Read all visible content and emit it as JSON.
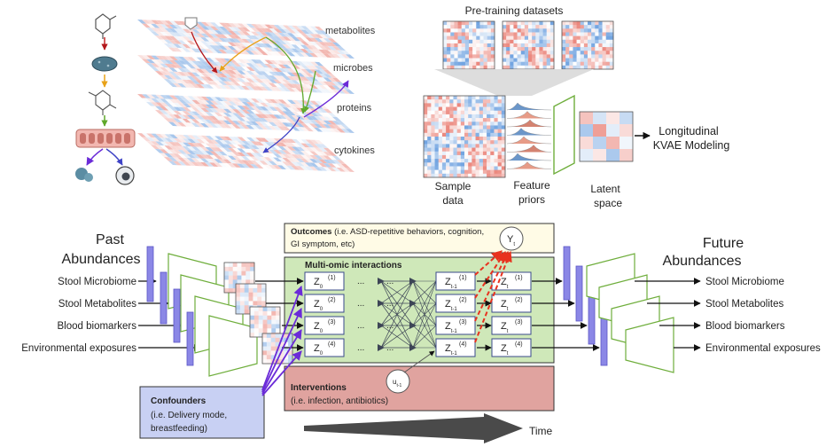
{
  "top_left": {
    "layers": [
      "metabolites",
      "microbes",
      "proteins",
      "cytokines"
    ]
  },
  "top_right": {
    "pretraining_title": "Pre-training datasets",
    "sample_label": [
      "Sample",
      "data"
    ],
    "feature_label": [
      "Feature",
      "priors"
    ],
    "latent_label": [
      "Latent",
      "space"
    ],
    "kvae_label": [
      "Longitudinal",
      "KVAE Modeling"
    ]
  },
  "bottom": {
    "past_title": [
      "Past",
      "Abundances"
    ],
    "future_title": [
      "Future",
      "Abundances"
    ],
    "inputs": [
      "Stool Microbiome",
      "Stool Metabolites",
      "Blood biomarkers",
      "Environmental exposures"
    ],
    "outputs": [
      "Stool Microbiome",
      "Stool Metabolites",
      "Blood biomarkers",
      "Environmental exposures"
    ],
    "outcomes_title": "Outcomes",
    "outcomes_text_1": "(i.e. ASD-repetitive behaviors, cognition,",
    "outcomes_text_2": "GI symptom, etc)",
    "outcome_node_main": "Y",
    "outcome_node_sub": "t",
    "multiomic_title": "Multi-omic interactions",
    "interventions_title": "Interventions",
    "interventions_text": "(i.e.  infection, antibiotics)",
    "intervention_node_main": "u",
    "intervention_node_sub": "t-1",
    "confounders_title": "Confounders",
    "confounders_text_1": "(i.e. Delivery mode,",
    "confounders_text_2": "breastfeeding)",
    "z_columns": [
      {
        "main": "Z",
        "sub": "0",
        "sups": [
          "(1)",
          "(2)",
          "(3)",
          "(4)"
        ]
      },
      {
        "main": "Z",
        "sub": "t-1",
        "sups": [
          "(1)",
          "(2)",
          "(3)",
          "(4)"
        ]
      },
      {
        "main": "Z",
        "sub": "t",
        "sups": [
          "(1)",
          "(2)",
          "(3)",
          "(4)"
        ]
      }
    ],
    "ellipsis": "...",
    "time_label": "Time"
  },
  "colors": {
    "outcomes_fill": "#fffbe6",
    "multiomic_fill": "#cfe8b9",
    "interventions_fill": "#e0a39f",
    "confounders_fill": "#c8d0f3",
    "encoder_bar": "#8b87e6",
    "trapezoid_stroke": "#6fae3c",
    "node_fill": "#3d4556",
    "red_arrow": "#e8321f",
    "purple_arrow": "#6b2bd8"
  }
}
